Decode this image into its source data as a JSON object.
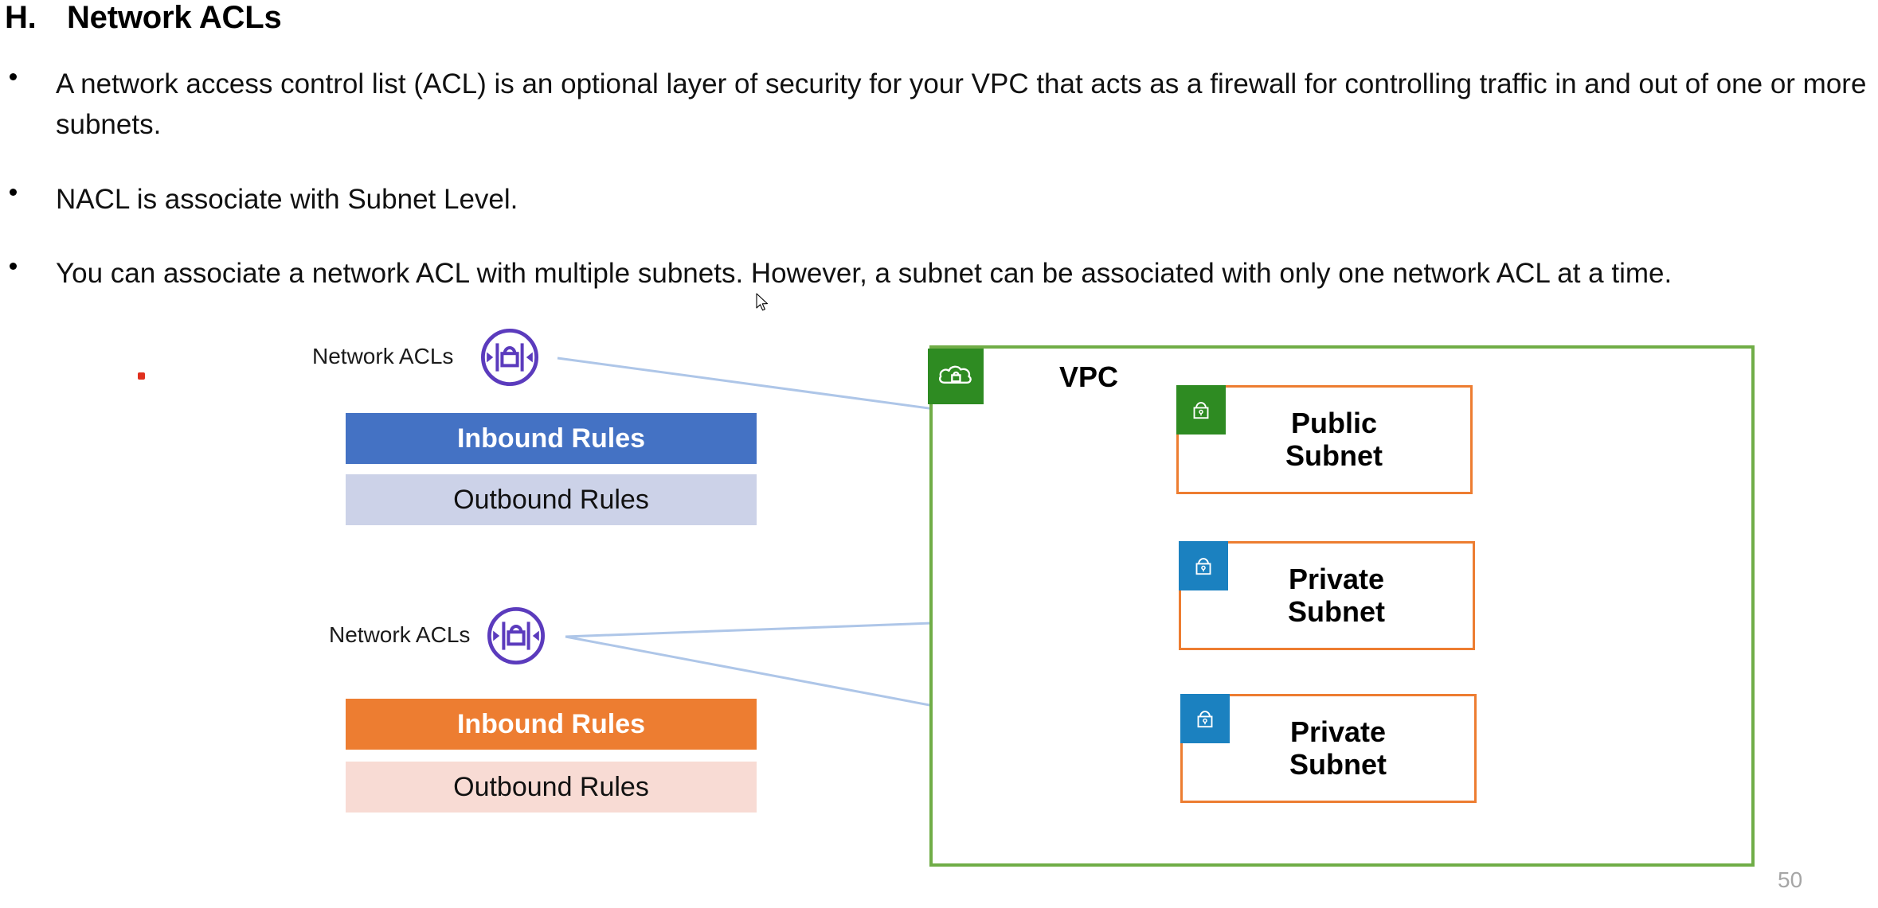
{
  "slide": {
    "section_letter": "H.",
    "title": "Network ACLs",
    "page_number": "50"
  },
  "bullets": [
    "A network access control list (ACL) is an optional layer of security for your VPC that acts as a firewall for controlling traffic in and out of one or more subnets.",
    "NACL is associate with Subnet Level.",
    "You can associate a network ACL with multiple subnets. However, a subnet can be associated with only one network ACL at a time."
  ],
  "diagram": {
    "acl_groups": [
      {
        "label": "Network ACLs",
        "icon": "network-acl-icon",
        "inbound_label": "Inbound Rules",
        "outbound_label": "Outbound Rules",
        "inbound_color": "#4472c4",
        "outbound_color": "#ccd2e8"
      },
      {
        "label": "Network ACLs",
        "icon": "network-acl-icon",
        "inbound_label": "Inbound Rules",
        "outbound_label": "Outbound Rules",
        "inbound_color": "#ed7d31",
        "outbound_color": "#f8dbd4"
      }
    ],
    "vpc": {
      "title": "VPC",
      "icon": "vpc-cloud-lock-icon",
      "border_color": "#70ad47",
      "icon_color": "#2e8b22",
      "subnets": [
        {
          "name": "Public\nSubnet",
          "line1": "Public",
          "line2": "Subnet",
          "lock_icon": "lock-icon",
          "lock_color": "#2e8b22",
          "border_color": "#ed7d31"
        },
        {
          "name": "Private\nSubnet",
          "line1": "Private",
          "line2": "Subnet",
          "lock_icon": "lock-icon",
          "lock_color": "#1b81c0",
          "border_color": "#ed7d31"
        },
        {
          "name": "Private\nSubnet",
          "line1": "Private",
          "line2": "Subnet",
          "lock_icon": "lock-icon",
          "lock_color": "#1b81c0",
          "border_color": "#ed7d31"
        }
      ]
    },
    "connector_color": "#aec6e8",
    "marker_dot_color": "#e0301e"
  }
}
